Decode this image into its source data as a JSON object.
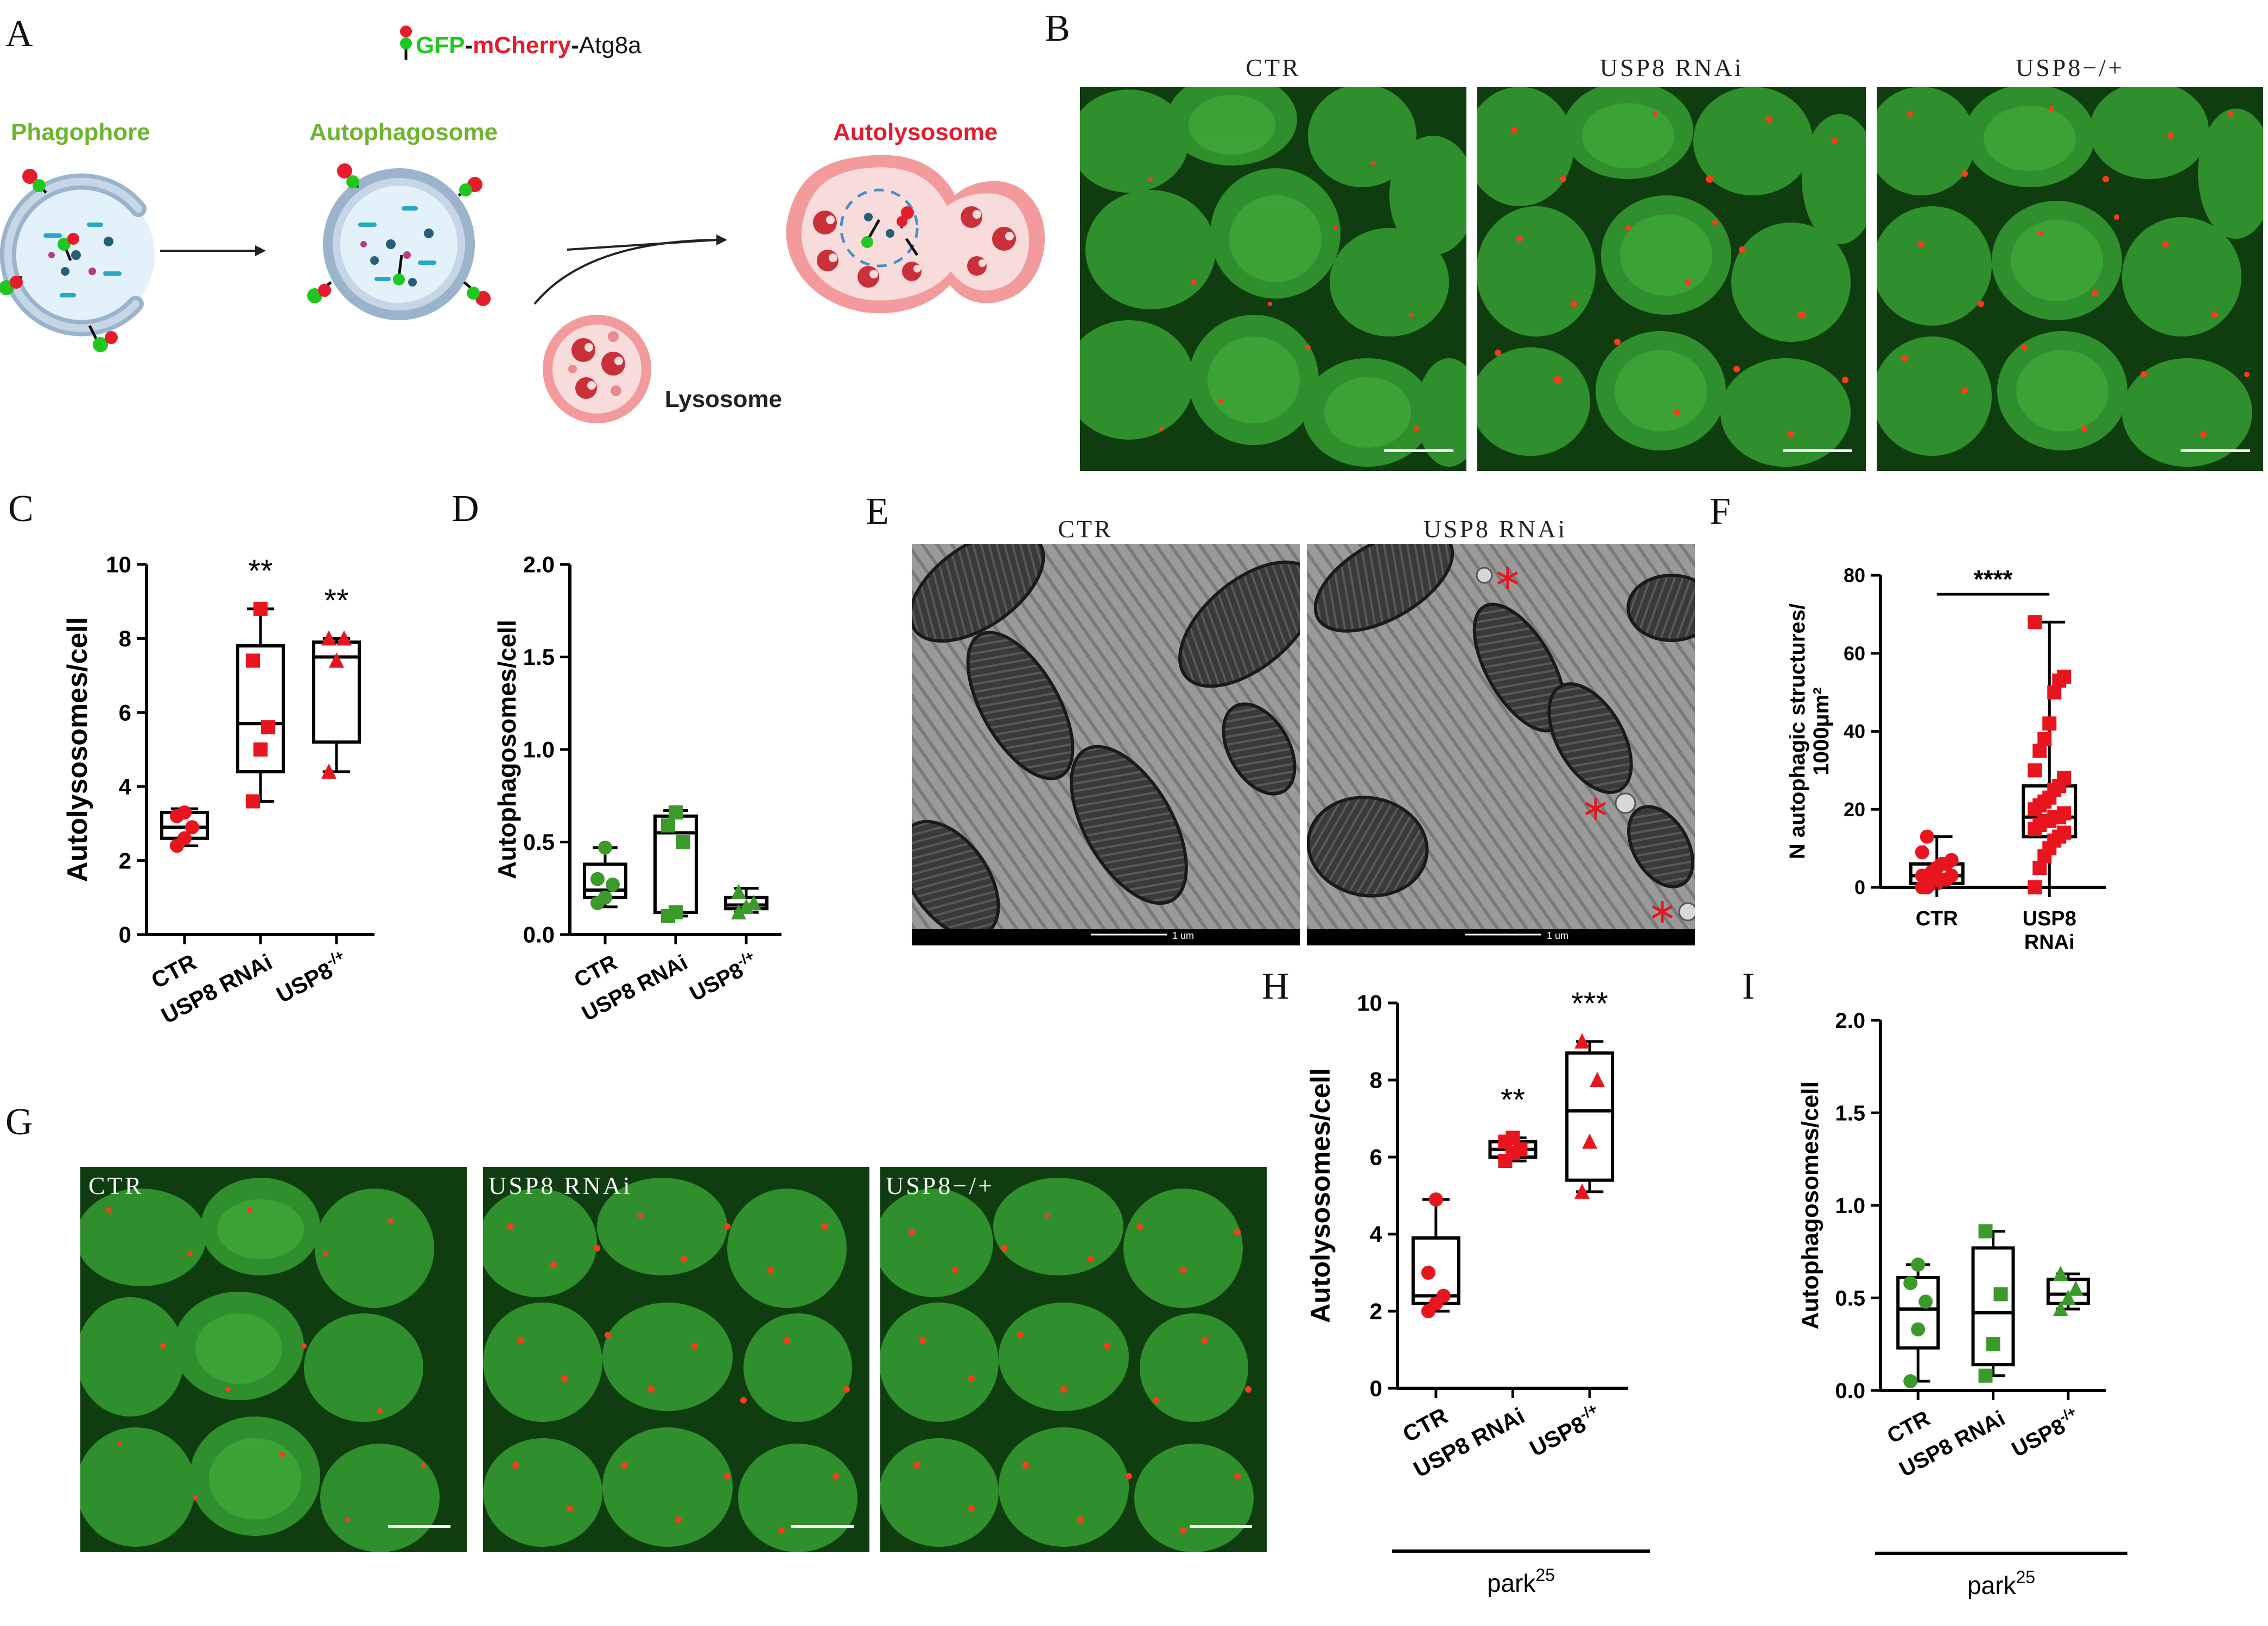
{
  "panels": {
    "A": {
      "letter": "A",
      "construct": {
        "gfp": "GFP",
        "sep1": "-",
        "mcherry": "mCherry",
        "sep2": "-",
        "atg": "Atg8a"
      },
      "stages": [
        "Phagophore",
        "Autophagosome",
        "Autolysosome"
      ],
      "lysosome": "Lysosome"
    },
    "B": {
      "letter": "B",
      "titles": [
        "CTR",
        "USP8 RNAi",
        "USP8−/+"
      ]
    },
    "E": {
      "letter": "E",
      "titles": [
        "CTR",
        "USP8 RNAi"
      ],
      "scale": "1 um"
    },
    "G": {
      "letter": "G",
      "titles": [
        "CTR",
        "USP8 RNAi",
        "USP8−/+"
      ]
    },
    "F": {
      "letter": "F"
    },
    "C": {
      "letter": "C"
    },
    "D": {
      "letter": "D"
    },
    "H": {
      "letter": "H"
    },
    "I": {
      "letter": "I"
    }
  },
  "colors": {
    "red": "#e8141e",
    "green": "#3c9a2a",
    "gfp": "#1fc81f",
    "stage_green": "#6cb52d",
    "stage_red": "#e51c2c"
  },
  "chart_data": [
    {
      "id": "C",
      "type": "box",
      "ylabel": "Autolysosomes/cell",
      "ylim": [
        0,
        10
      ],
      "yticks": [
        0,
        2,
        4,
        6,
        8,
        10
      ],
      "categories": [
        "CTR",
        "USP8 RNAi",
        "USP8-/+"
      ],
      "box_stats": [
        {
          "min": 2.4,
          "q1": 2.6,
          "median": 2.9,
          "q3": 3.3,
          "max": 3.4
        },
        {
          "min": 3.6,
          "q1": 4.4,
          "median": 5.7,
          "q3": 7.8,
          "max": 8.8
        },
        {
          "min": 4.4,
          "q1": 5.2,
          "median": 7.5,
          "q3": 7.9,
          "max": 8.0
        }
      ],
      "points": [
        [
          2.4,
          2.6,
          2.9,
          3.2,
          3.3
        ],
        [
          3.6,
          5.0,
          5.6,
          7.4,
          8.8
        ],
        [
          4.4,
          7.4,
          8.0,
          8.0
        ]
      ],
      "markers": [
        "circle",
        "square",
        "triangle"
      ],
      "color": "#e8141e",
      "significance": [
        "",
        "**",
        "**"
      ]
    },
    {
      "id": "D",
      "type": "box",
      "ylabel": "Autophagosomes/cell",
      "ylim": [
        0,
        2.0
      ],
      "yticks": [
        0.0,
        0.5,
        1.0,
        1.5,
        2.0
      ],
      "categories": [
        "CTR",
        "USP8 RNAi",
        "USP8-/+"
      ],
      "box_stats": [
        {
          "min": 0.15,
          "q1": 0.2,
          "median": 0.24,
          "q3": 0.38,
          "max": 0.47
        },
        {
          "min": 0.1,
          "q1": 0.12,
          "median": 0.55,
          "q3": 0.64,
          "max": 0.67
        },
        {
          "min": 0.12,
          "q1": 0.14,
          "median": 0.16,
          "q3": 0.2,
          "max": 0.25
        }
      ],
      "points": [
        [
          0.17,
          0.2,
          0.27,
          0.3,
          0.47
        ],
        [
          0.1,
          0.12,
          0.5,
          0.59,
          0.66
        ],
        [
          0.12,
          0.15,
          0.17,
          0.23
        ]
      ],
      "markers": [
        "circle",
        "square",
        "triangle"
      ],
      "color": "#3c9a2a",
      "significance": [
        "",
        "",
        ""
      ]
    },
    {
      "id": "F",
      "type": "box",
      "ylabel": "N autophagic structures/ 1000μm²",
      "ylabel_lines": [
        "N autophagic structures/",
        "1000μm²"
      ],
      "ylim": [
        0,
        80
      ],
      "yticks": [
        0,
        20,
        40,
        60,
        80
      ],
      "categories": [
        "CTR",
        "USP8 RNAi"
      ],
      "category_lines": [
        [
          "CTR"
        ],
        [
          "USP8",
          "RNAi"
        ]
      ],
      "box_stats": [
        {
          "min": 0,
          "q1": 1,
          "median": 3,
          "q3": 6,
          "max": 13
        },
        {
          "min": 0,
          "q1": 13,
          "median": 18,
          "q3": 26,
          "max": 68
        }
      ],
      "points": [
        [
          0,
          0,
          1,
          1,
          2,
          2,
          3,
          3,
          3,
          4,
          5,
          6,
          6,
          7,
          9,
          13
        ],
        [
          0,
          5,
          8,
          10,
          12,
          13,
          14,
          15,
          16,
          17,
          17,
          18,
          18,
          19,
          20,
          21,
          22,
          23,
          25,
          26,
          28,
          30,
          35,
          38,
          42,
          50,
          53,
          54,
          68
        ]
      ],
      "markers": [
        "circle",
        "square"
      ],
      "color": "#e8141e",
      "significance_bracket": "****"
    },
    {
      "id": "H",
      "type": "box",
      "ylabel": "Autolysosomes/cell",
      "ylim": [
        0,
        10
      ],
      "yticks": [
        0,
        2,
        4,
        6,
        8,
        10
      ],
      "categories": [
        "CTR",
        "USP8 RNAi",
        "USP8-/+"
      ],
      "box_stats": [
        {
          "min": 2.0,
          "q1": 2.2,
          "median": 2.4,
          "q3": 3.9,
          "max": 4.9
        },
        {
          "min": 5.9,
          "q1": 6.0,
          "median": 6.2,
          "q3": 6.4,
          "max": 6.5
        },
        {
          "min": 5.1,
          "q1": 5.4,
          "median": 7.2,
          "q3": 8.7,
          "max": 9.0
        }
      ],
      "points": [
        [
          2.0,
          2.2,
          2.4,
          3.0,
          4.9
        ],
        [
          5.9,
          6.1,
          6.2,
          6.4,
          6.5
        ],
        [
          5.1,
          6.4,
          8.0,
          9.0
        ]
      ],
      "markers": [
        "circle",
        "square",
        "triangle"
      ],
      "color": "#e8141e",
      "significance": [
        "",
        "**",
        "***"
      ],
      "group_label": "park",
      "group_sup": "25"
    },
    {
      "id": "I",
      "type": "box",
      "ylabel": "Autophagosomes/cell",
      "ylim": [
        0,
        2.0
      ],
      "yticks": [
        0.0,
        0.5,
        1.0,
        1.5,
        2.0
      ],
      "categories": [
        "CTR",
        "USP8 RNAi",
        "USP8-/+"
      ],
      "box_stats": [
        {
          "min": 0.05,
          "q1": 0.23,
          "median": 0.44,
          "q3": 0.61,
          "max": 0.68
        },
        {
          "min": 0.08,
          "q1": 0.14,
          "median": 0.42,
          "q3": 0.77,
          "max": 0.86
        },
        {
          "min": 0.44,
          "q1": 0.47,
          "median": 0.52,
          "q3": 0.6,
          "max": 0.63
        }
      ],
      "points": [
        [
          0.05,
          0.33,
          0.48,
          0.58,
          0.68
        ],
        [
          0.08,
          0.25,
          0.52,
          0.86
        ],
        [
          0.44,
          0.5,
          0.55,
          0.63
        ]
      ],
      "markers": [
        "circle",
        "square",
        "triangle"
      ],
      "color": "#3c9a2a",
      "significance": [
        "",
        "",
        ""
      ],
      "group_label": "park",
      "group_sup": "25"
    }
  ]
}
